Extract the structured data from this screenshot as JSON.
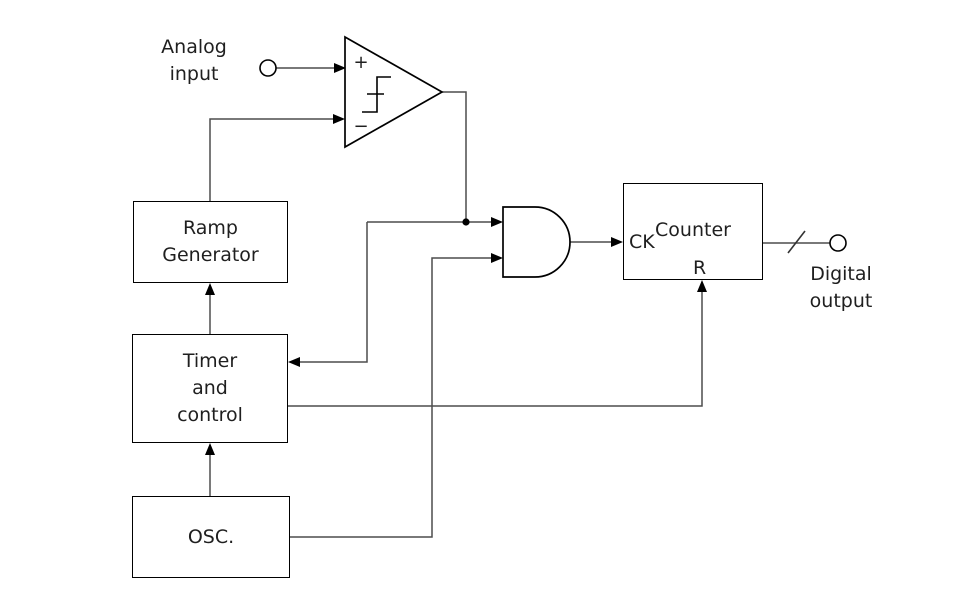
{
  "colors": {
    "background": "#ffffff",
    "wire": "#4d4d4d",
    "outline": "#000000",
    "text": "#1f1f1f"
  },
  "labels": {
    "analog_input": "Analog\ninput",
    "digital_output": "Digital\noutput",
    "comparator_plus": "+",
    "comparator_minus": "−",
    "ramp_generator": "Ramp\nGenerator",
    "timer_control": "Timer\nand\ncontrol",
    "oscillator": "OSC.",
    "counter_title": "Counter",
    "counter_clock": "CK",
    "counter_reset": "R"
  },
  "connections": [
    {
      "from": "analog-input-terminal",
      "to": "comparator-plus-input"
    },
    {
      "from": "ramp-generator",
      "to": "comparator-minus-input"
    },
    {
      "from": "comparator-output",
      "to": "and-gate-input-1"
    },
    {
      "from": "comparator-output",
      "to": "timer-control-input"
    },
    {
      "from": "oscillator",
      "to": "and-gate-input-2"
    },
    {
      "from": "oscillator",
      "to": "timer-control"
    },
    {
      "from": "and-gate-output",
      "to": "counter-ck"
    },
    {
      "from": "timer-control",
      "to": "ramp-generator"
    },
    {
      "from": "timer-control",
      "to": "counter-r"
    },
    {
      "from": "counter",
      "to": "digital-output-terminal",
      "style": "bus-slash"
    }
  ]
}
